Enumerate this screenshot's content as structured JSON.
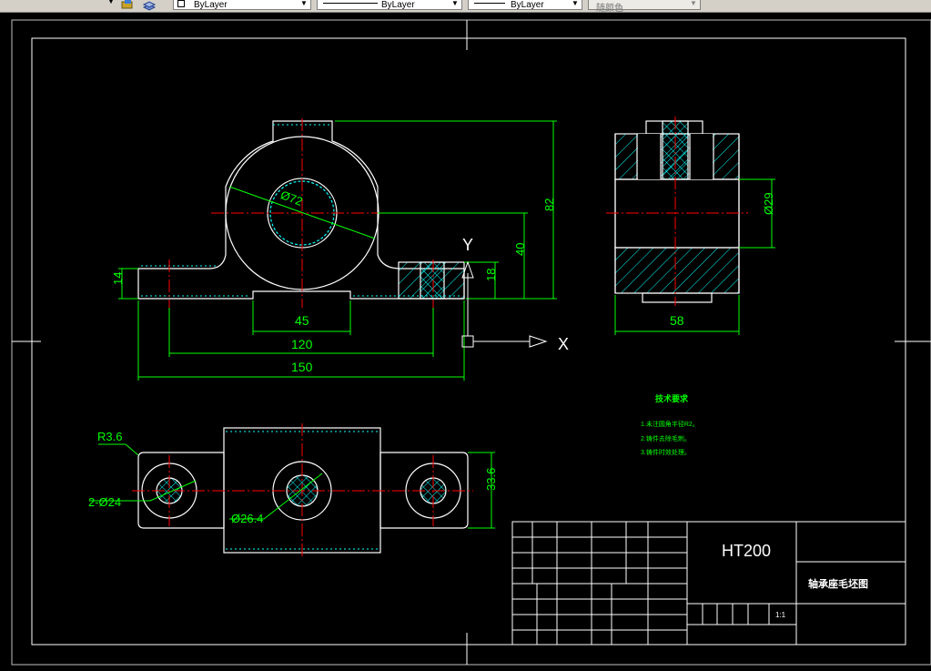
{
  "toolbar": {
    "layer_combo": "ByLayer",
    "linetype_combo": "ByLayer",
    "lineweight_combo": "ByLayer",
    "color_combo": "随颜色"
  },
  "drawing": {
    "front_view": {
      "dim_diameter": "Ø72",
      "dim_height_total": "82",
      "dim_center_height": "40",
      "dim_base_height": "14",
      "dim_slot_height": "18",
      "dim_bottom_width": "45",
      "dim_hole_spacing": "120",
      "dim_total_width": "150"
    },
    "side_view": {
      "dim_bore": "Ø29",
      "dim_width": "58"
    },
    "top_view": {
      "dim_corner_radius": "R3.6",
      "dim_holes": "2-Ø24",
      "dim_center_hole": "Ø26.4",
      "dim_depth": "33.6"
    },
    "ucs": {
      "x_label": "X",
      "y_label": "Y"
    },
    "notes": {
      "title": "技术要求",
      "items": [
        "1.未注圆角半径R2。",
        "2.铸件去除毛刺。",
        "3.铸件时效处理。"
      ]
    },
    "title_block": {
      "material": "HT200",
      "part_name": "轴承座毛坯图",
      "scale": "1:1"
    }
  },
  "colors": {
    "outline": "#ffffff",
    "dimension": "#00ff00",
    "center_line": "#ff0000",
    "hatch": "#00ffff"
  }
}
